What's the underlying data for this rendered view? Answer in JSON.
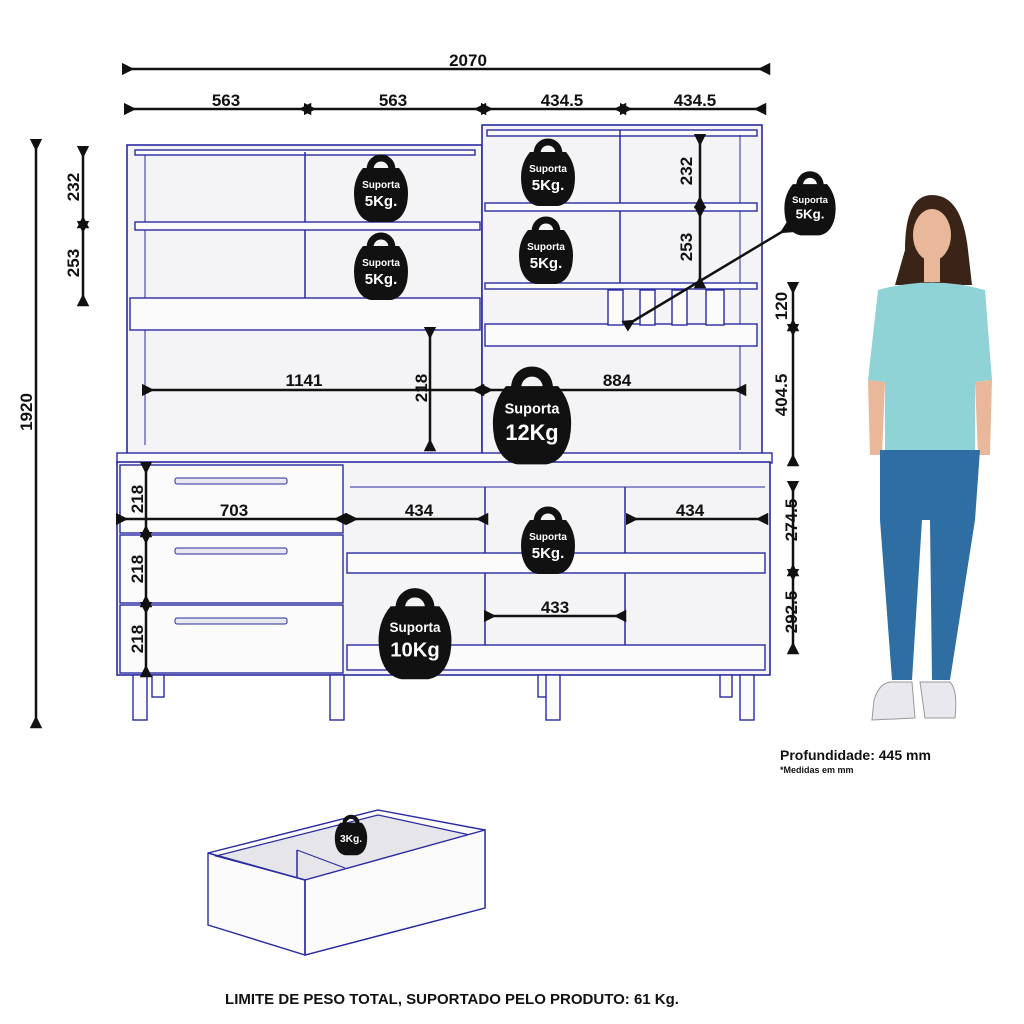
{
  "dimensions": {
    "total_width": "2070",
    "upper_left_1": "563",
    "upper_left_2": "563",
    "upper_right_1": "434.5",
    "upper_right_2": "434.5",
    "left_h1": "232",
    "left_h2": "253",
    "total_height": "1920",
    "inner_left_width": "1141",
    "inner_left_height": "218",
    "inner_right_width": "884",
    "right_h1": "232",
    "right_h2": "253",
    "right_h3": "120",
    "right_h4": "404.5",
    "drawer_h1": "218",
    "drawer_h2": "218",
    "drawer_h3": "218",
    "drawer_width": "703",
    "lower_w1": "434",
    "lower_w2": "434",
    "lower_w3": "433",
    "lower_h1": "274.5",
    "lower_h2": "292.5"
  },
  "weights": {
    "label": "Suporta",
    "w5": "5Kg.",
    "w12": "12Kg",
    "w10": "10Kg",
    "drawer": "3Kg."
  },
  "notes": {
    "depth": "Profundidade: 445 mm",
    "units": "*Medidas em mm",
    "total_weight": "LIMITE DE PESO TOTAL, SUPORTADO PELO PRODUTO: 61 Kg."
  },
  "colors": {
    "edge": "#2a2aa0",
    "panel": "#f4f4f6"
  }
}
